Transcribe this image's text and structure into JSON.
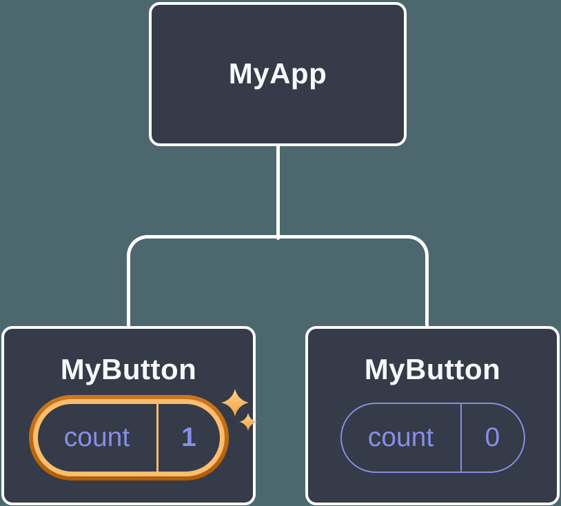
{
  "colors": {
    "background": "#4D676E",
    "card_background": "#353B48",
    "card_border": "#FFFFFF",
    "connector_line": "#FFFFFF",
    "title_text": "#F6F7F9",
    "state_accent": "#878EE8",
    "highlight_ring_inner": "#FBBD6E",
    "highlight_ring_outer_top": "#CC7820",
    "highlight_ring_outer_bottom": "#B05D07",
    "sparkle": "#FBBD6E"
  },
  "diagram": {
    "root": {
      "label": "MyApp"
    },
    "children": [
      {
        "label": "MyButton",
        "state_key": "count",
        "state_value": "1",
        "highlighted": true
      },
      {
        "label": "MyButton",
        "state_key": "count",
        "state_value": "0",
        "highlighted": false
      }
    ]
  }
}
